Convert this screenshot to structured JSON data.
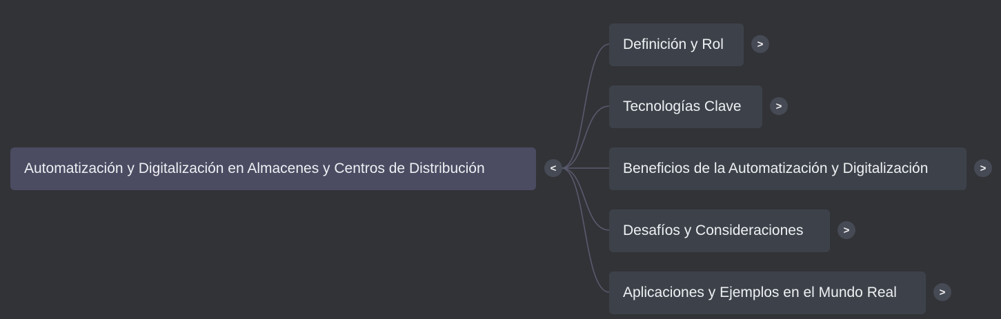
{
  "root": {
    "label": "Automatización y Digitalización en Almacenes y Centros de Distribución",
    "toggle": "<"
  },
  "children": [
    {
      "label": "Definición y Rol",
      "toggle": ">"
    },
    {
      "label": "Tecnologías Clave",
      "toggle": ">"
    },
    {
      "label": "Beneficios de la Automatización y Digitalización",
      "toggle": ">"
    },
    {
      "label": "Desafíos y Consideraciones",
      "toggle": ">"
    },
    {
      "label": "Aplicaciones y Ejemplos en el Mundo Real",
      "toggle": ">"
    }
  ],
  "colors": {
    "background": "#323337",
    "root_node": "#4b4b62",
    "child_node": "#3d424a",
    "connector": "#5a5a6e",
    "toggle": "#464a55",
    "text": "#eef0f3"
  }
}
